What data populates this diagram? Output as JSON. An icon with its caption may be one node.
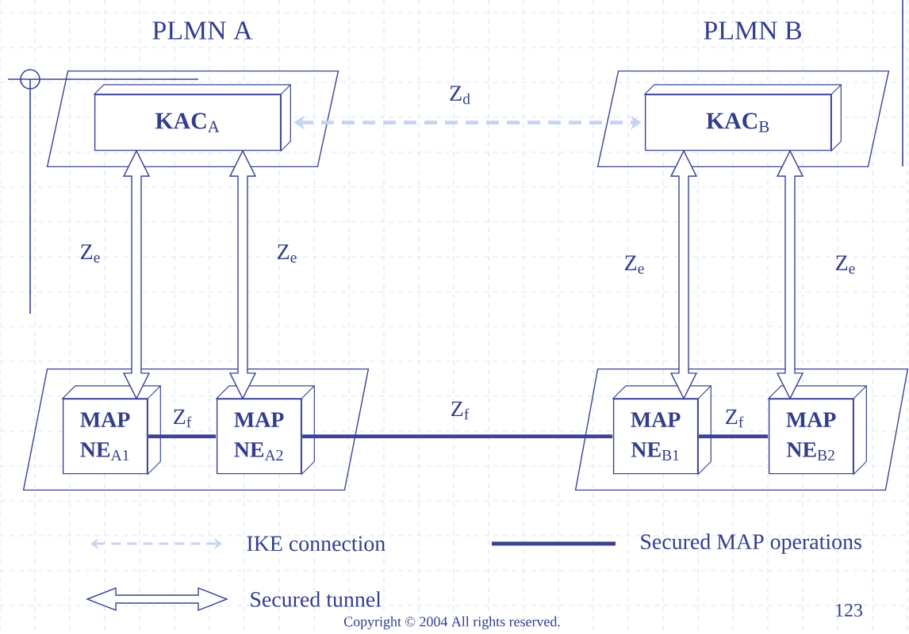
{
  "diagram": {
    "nodes": [
      {
        "text": [
          "PLMN A"
        ]
      },
      {
        "text": [
          "**KAC**$_{A}$"
        ],
        "in": 0
      },
      {
        "text": [
          "PLMN B"
        ]
      },
      {
        "text": [
          "**KAC**$_{B}$"
        ],
        "in": 2
      },
      {
        "text": [],
        "shape": "parallelogram"
      },
      {
        "text": [
          "**MAP NE**$_{A1}$"
        ],
        "in": 4
      },
      {
        "text": [
          "**MAP NE**$_{A2}$"
        ],
        "in": 4
      },
      {
        "text": [],
        "shape": "parallelogram"
      },
      {
        "text": [
          "**MAP NE**$_{B1}$"
        ],
        "in": 7
      },
      {
        "text": [
          "**MAP NE**$_{B2}$"
        ],
        "in": 7
      }
    ],
    "edges": [
      {
        "from": 1,
        "to": 3,
        "arrow": "both",
        "label": "Z$_{d}$",
        "style": "dashed",
        "color": "#c6d3f3"
      },
      {
        "from": 1,
        "to": 5,
        "arrow": "both",
        "label": "Z$_{e}$"
      },
      {
        "from": 1,
        "to": 6,
        "arrow": "both",
        "label": "Z$_{e}$"
      },
      {
        "from": 3,
        "to": 8,
        "arrow": "both",
        "label": "Z$_{e}$"
      },
      {
        "from": 3,
        "to": 9,
        "arrow": "both",
        "label": "Z$_{e}$"
      },
      {
        "from": 5,
        "to": 6,
        "arrow": "none",
        "label": "Z$_{f}$"
      },
      {
        "from": 6,
        "to": 8,
        "arrow": "none",
        "label": "Z$_{f}$"
      },
      {
        "from": 8,
        "to": 9,
        "arrow": "none",
        "label": "Z$_{f}$"
      }
    ],
    "labels": [
      "123",
      "Copyright © 2004 All rights reserved."
    ],
    "legend": [
      {
        "text": "IKE connection"
      },
      {
        "text": "Secured MAP operations"
      },
      {
        "text": "Secured tunnel"
      }
    ]
  }
}
